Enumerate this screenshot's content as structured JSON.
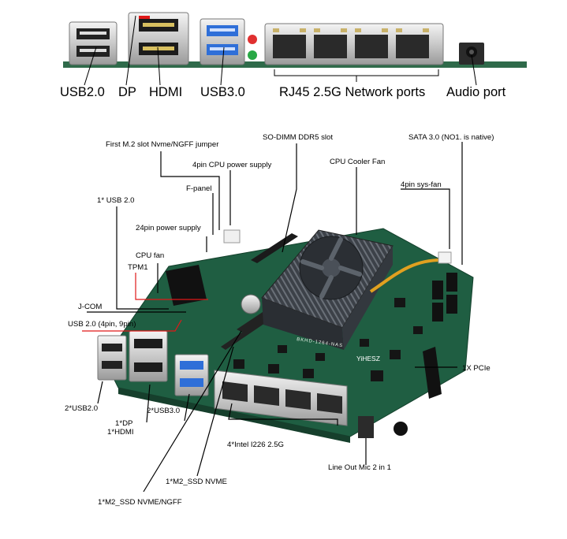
{
  "top_labels": {
    "usb2": "USB2.0",
    "dp": "DP",
    "hdmi": "HDMI",
    "usb3": "USB3.0",
    "rj45": "RJ45 2.5G Network ports",
    "audio": "Audio port"
  },
  "callouts": {
    "m2_jumper": "First M.2 slot Nvme/NGFF jumper",
    "so_dimm": "SO-DIMM DDR5 slot",
    "sata": "SATA 3.0 (NO1. is native)",
    "cpu_power": "4pin CPU power supply",
    "cooler_fan": "CPU Cooler Fan",
    "f_panel": "F-panel",
    "sys_fan": "4pin sys-fan",
    "usb2_single": "1* USB 2.0",
    "atx_power": "24pin power supply",
    "cpu_fan": "CPU fan",
    "tpm": "TPM1",
    "jcom": "J-COM",
    "usb2_header": "USB 2.0 (4pin, 9pin)",
    "pcie": "1X PCIe",
    "rear_usb2": "2*USB2.0",
    "rear_dp": "1*DP",
    "rear_hdmi": "1*HDMI",
    "rear_usb3": "2*USB3.0",
    "lan": "4*Intel I226 2.5G",
    "audio_jack": "Line Out Mic 2 in 1",
    "m2_nvme": "1*M2_SSD NVME",
    "m2_nvme_ngff": "1*M2_SSD NVME/NGFF"
  },
  "board_text": {
    "model": "BKHD-1264-NAS",
    "maker": "YiHESZ"
  },
  "colors": {
    "pcb": "#1f5e42",
    "heatsink": "#3a3f45",
    "usb3_blue": "#2f6fd8",
    "led_red": "#e03030",
    "led_green": "#28a845",
    "callout_red": "#e01818"
  }
}
